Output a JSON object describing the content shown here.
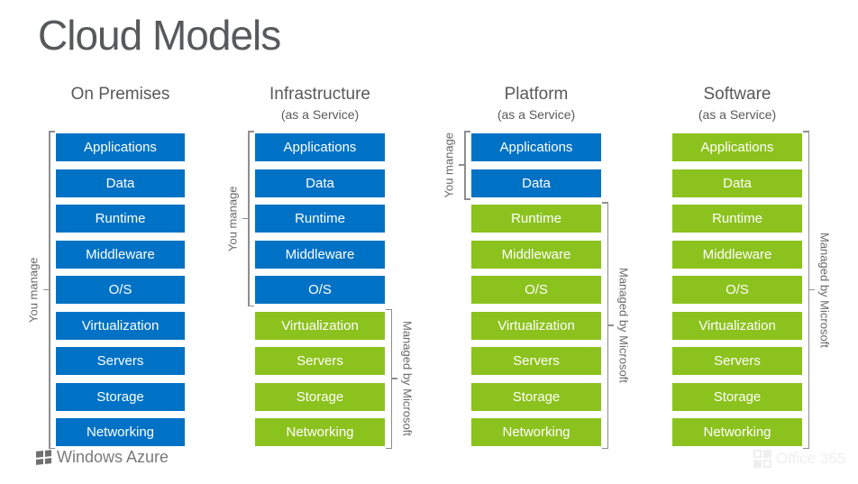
{
  "title": "Cloud Models",
  "columns": [
    {
      "name": "On Premises",
      "subtitle": "",
      "layers": [
        {
          "label": "Applications",
          "managed_by": "you"
        },
        {
          "label": "Data",
          "managed_by": "you"
        },
        {
          "label": "Runtime",
          "managed_by": "you"
        },
        {
          "label": "Middleware",
          "managed_by": "you"
        },
        {
          "label": "O/S",
          "managed_by": "you"
        },
        {
          "label": "Virtualization",
          "managed_by": "you"
        },
        {
          "label": "Servers",
          "managed_by": "you"
        },
        {
          "label": "Storage",
          "managed_by": "you"
        },
        {
          "label": "Networking",
          "managed_by": "you"
        }
      ],
      "brackets": [
        {
          "side": "left",
          "from_layer": 0,
          "to_layer": 8,
          "label": "You manage"
        }
      ]
    },
    {
      "name": "Infrastructure",
      "subtitle": "(as a Service)",
      "layers": [
        {
          "label": "Applications",
          "managed_by": "you"
        },
        {
          "label": "Data",
          "managed_by": "you"
        },
        {
          "label": "Runtime",
          "managed_by": "you"
        },
        {
          "label": "Middleware",
          "managed_by": "you"
        },
        {
          "label": "O/S",
          "managed_by": "you"
        },
        {
          "label": "Virtualization",
          "managed_by": "microsoft"
        },
        {
          "label": "Servers",
          "managed_by": "microsoft"
        },
        {
          "label": "Storage",
          "managed_by": "microsoft"
        },
        {
          "label": "Networking",
          "managed_by": "microsoft"
        }
      ],
      "brackets": [
        {
          "side": "left",
          "from_layer": 0,
          "to_layer": 4,
          "label": "You manage"
        },
        {
          "side": "right",
          "from_layer": 5,
          "to_layer": 8,
          "label": "Managed by Microsoft"
        }
      ]
    },
    {
      "name": "Platform",
      "subtitle": "(as a Service)",
      "layers": [
        {
          "label": "Applications",
          "managed_by": "you"
        },
        {
          "label": "Data",
          "managed_by": "you"
        },
        {
          "label": "Runtime",
          "managed_by": "microsoft"
        },
        {
          "label": "Middleware",
          "managed_by": "microsoft"
        },
        {
          "label": "O/S",
          "managed_by": "microsoft"
        },
        {
          "label": "Virtualization",
          "managed_by": "microsoft"
        },
        {
          "label": "Servers",
          "managed_by": "microsoft"
        },
        {
          "label": "Storage",
          "managed_by": "microsoft"
        },
        {
          "label": "Networking",
          "managed_by": "microsoft"
        }
      ],
      "brackets": [
        {
          "side": "left",
          "from_layer": 0,
          "to_layer": 1,
          "label": "You manage"
        },
        {
          "side": "right",
          "from_layer": 2,
          "to_layer": 8,
          "label": "Managed by Microsoft"
        }
      ]
    },
    {
      "name": "Software",
      "subtitle": "(as a Service)",
      "layers": [
        {
          "label": "Applications",
          "managed_by": "microsoft"
        },
        {
          "label": "Data",
          "managed_by": "microsoft"
        },
        {
          "label": "Runtime",
          "managed_by": "microsoft"
        },
        {
          "label": "Middleware",
          "managed_by": "microsoft"
        },
        {
          "label": "O/S",
          "managed_by": "microsoft"
        },
        {
          "label": "Virtualization",
          "managed_by": "microsoft"
        },
        {
          "label": "Servers",
          "managed_by": "microsoft"
        },
        {
          "label": "Storage",
          "managed_by": "microsoft"
        },
        {
          "label": "Networking",
          "managed_by": "microsoft"
        }
      ],
      "brackets": [
        {
          "side": "right",
          "from_layer": 0,
          "to_layer": 8,
          "label": "Managed by Microsoft"
        }
      ]
    }
  ],
  "footer": {
    "brand": "Windows Azure"
  },
  "watermark": {
    "brand": "Office 365"
  },
  "colors": {
    "you_manage_blue": "#0072C6",
    "microsoft_green": "#8CC21E",
    "bracket_gray": "#8E8E8E",
    "label_gray": "#6A6A6A",
    "title_gray": "#58595B",
    "header_gray": "#595959"
  }
}
